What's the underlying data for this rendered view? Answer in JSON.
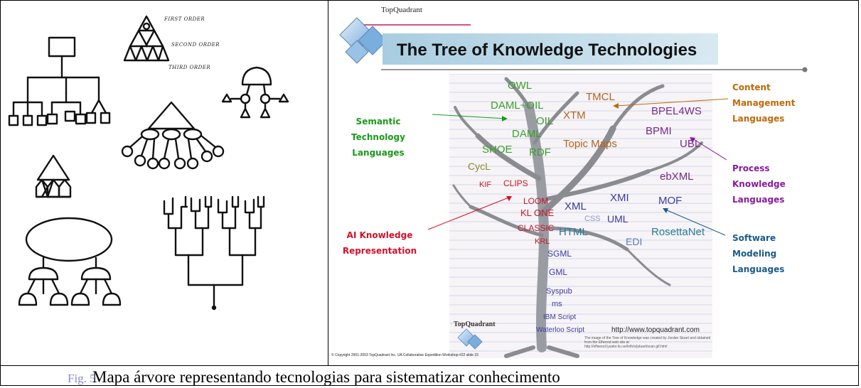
{
  "left_figure": {
    "order_labels": [
      "FIRST ORDER",
      "SECOND ORDER",
      "THIRD ORDER"
    ]
  },
  "slide": {
    "brand": "TopQuadrant",
    "title": "The Tree of Knowledge Technologies",
    "tree_terms": {
      "owl": "OWL",
      "daml_oil": "DAML+OIL",
      "oil": "OIL",
      "daml": "DAML",
      "shoe": "SHOE",
      "rdf": "RDF",
      "cycl": "CycL",
      "kif": "KIF",
      "clips": "CLIPS",
      "tmcl": "TMCL",
      "xtm": "XTM",
      "topic_maps": "Topic Maps",
      "bpel4ws": "BPEL4WS",
      "bpmi": "BPMI",
      "ubl": "UBL",
      "ebxml": "ebXML",
      "loom": "LOOM",
      "kl_one": "KL ONE",
      "classic": "CLASSIC",
      "krl": "KRL",
      "xml": "XML",
      "css": "CSS",
      "html": "HTML",
      "xmi": "XMI",
      "uml": "UML",
      "mof": "MOF",
      "rosettanet": "RosettaNet",
      "edi": "EDI",
      "sgml": "SGML",
      "gml": "GML",
      "syspub": "Syspub",
      "ms": "ms",
      "ibm_script": "IBM Script",
      "waterloo_script": "Waterloo Script"
    },
    "callouts": {
      "semantic": [
        "Semantic",
        "Technology",
        "Languages"
      ],
      "content": [
        "Content",
        "Management",
        "Languages"
      ],
      "process": [
        "Process",
        "Knowledge",
        "Languages"
      ],
      "ai": [
        "AI Knowledge",
        "Representation"
      ],
      "software": [
        "Software",
        "Modeling",
        "Languages"
      ]
    },
    "colors": {
      "semantic": "#1a9a1a",
      "content": "#c0690a",
      "process": "#8a1aa0",
      "ai": "#d4102a",
      "software": "#1a5a8a",
      "green_term": "#3aa02a",
      "orange_term": "#b8601a",
      "purple_term": "#7a2a8a",
      "red_term": "#c8182a",
      "blue_term": "#3a3aa0",
      "teal_term": "#2a7a9a"
    },
    "bottom_logo": "TopQuadrant",
    "url": "http://www.topquadrant.com",
    "credit": "The image of the Tree of Knowledge was created by Jordan Stuart and obtained from the Elfwood web site at http://elfwood.lysator.liu.se/loth/s/jstuart/scan.gif.html",
    "copyright": "© Copyright 2001-2003 TopQuadrant Inc. UA Collaborative Expedition Workshop #22 slide 15"
  },
  "caption": {
    "fig_label": "Fig. 5",
    "text": "Mapa árvore  representando tecnologias para sistematizar conhecimento"
  }
}
